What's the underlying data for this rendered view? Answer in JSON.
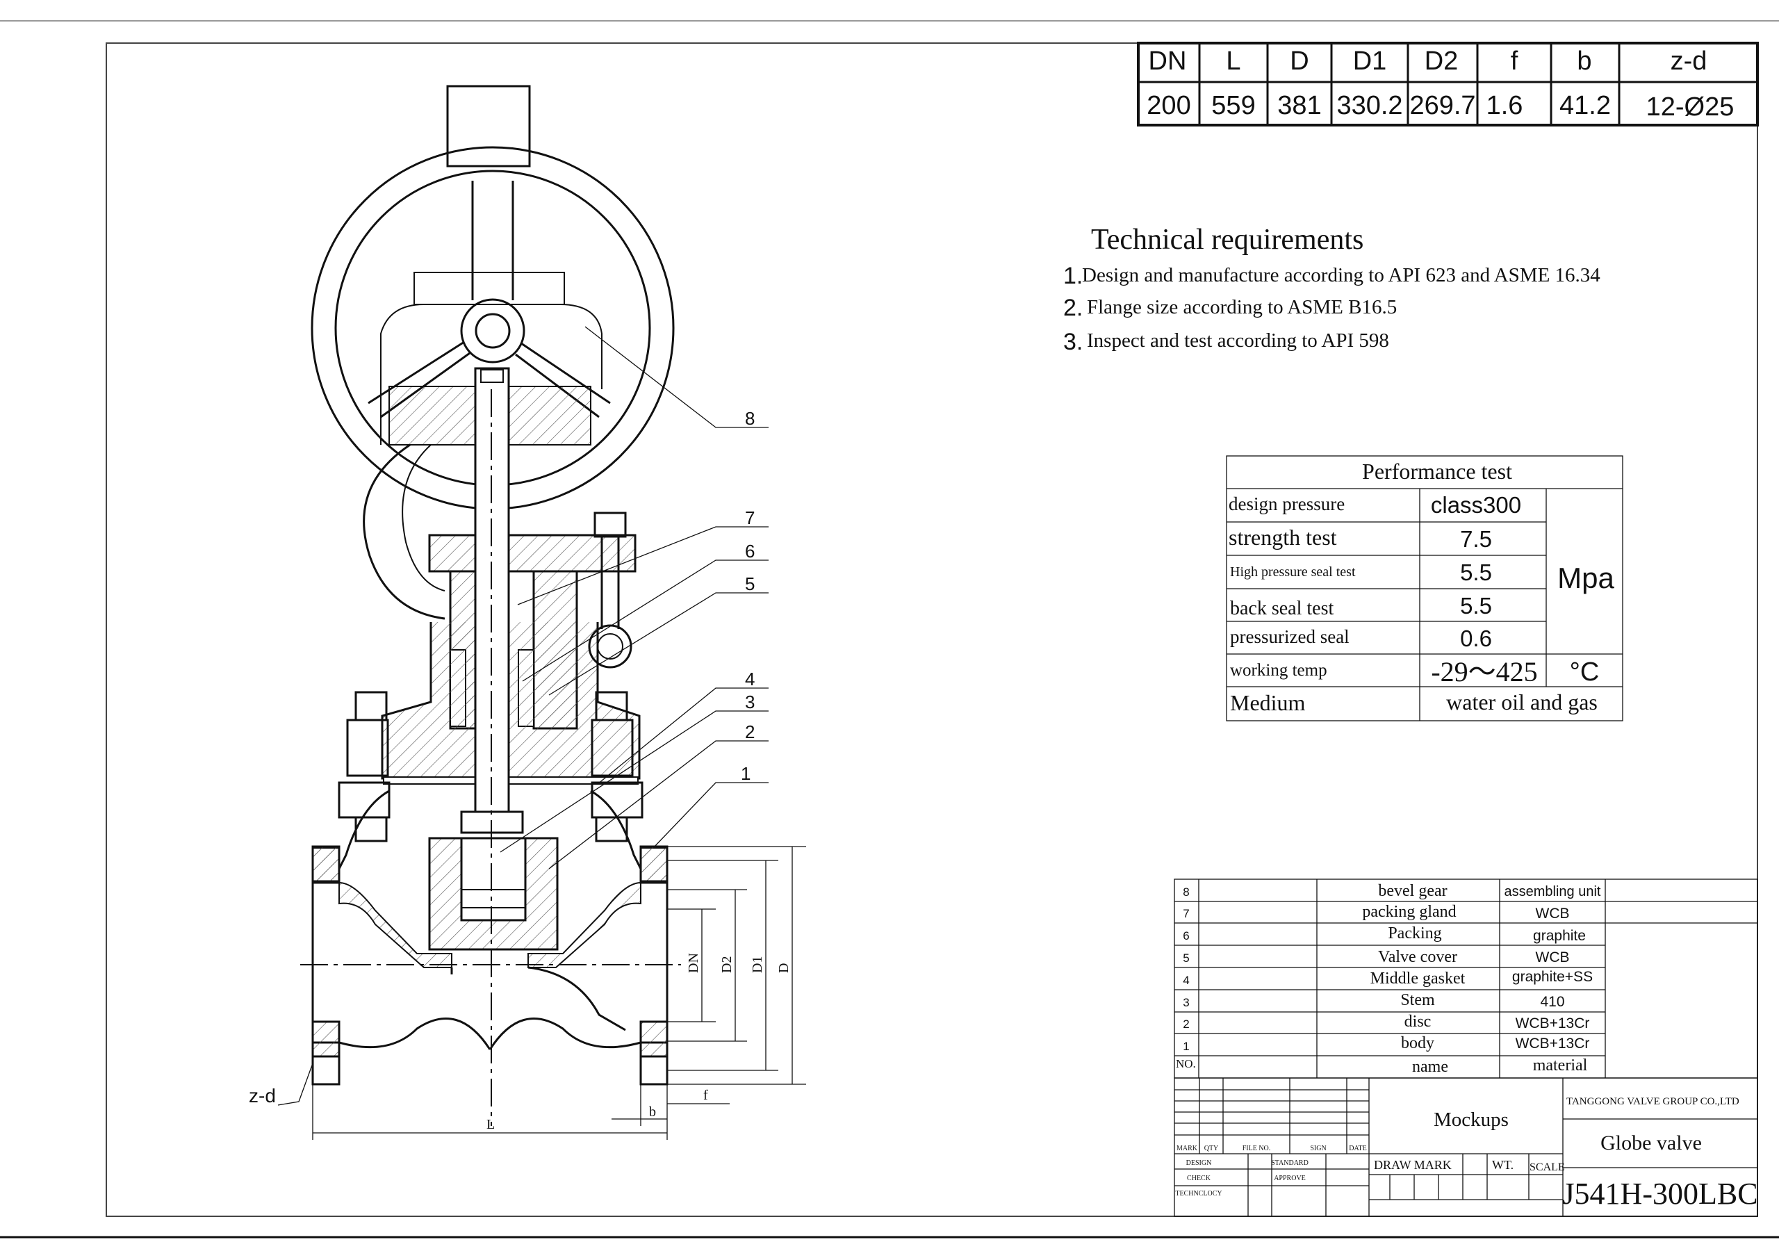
{
  "dims_table": {
    "headers": [
      "DN",
      "L",
      "D",
      "D1",
      "D2",
      "f",
      "b",
      "z-d"
    ],
    "values": [
      "200",
      "559",
      "381",
      "330.2",
      "269.7",
      "1.6",
      "41.2",
      "12-Ø25"
    ]
  },
  "tech": {
    "title": "Technical requirements",
    "items": [
      {
        "num": "1.",
        "text": "Design and manufacture according to API 623 and ASME 16.34"
      },
      {
        "num": "2.",
        "text": "Flange size according to ASME B16.5"
      },
      {
        "num": "3.",
        "text": " Inspect and test according to API 598"
      }
    ]
  },
  "perf": {
    "title": "Performance test",
    "rows": [
      {
        "label": "design pressure",
        "value": "class300"
      },
      {
        "label": "strength test",
        "value": "7.5"
      },
      {
        "label": "High pressure seal test",
        "value": "5.5"
      },
      {
        "label": "back seal test",
        "value": "5.5"
      },
      {
        "label": "pressurized seal",
        "value": "0.6"
      },
      {
        "label": "working temp",
        "value": "-29～425"
      },
      {
        "label": "Medium",
        "value": "water oil and gas"
      }
    ],
    "unit_pressure": "Mpa",
    "unit_temp": "°C"
  },
  "callouts": [
    "1",
    "2",
    "3",
    "4",
    "5",
    "6",
    "7",
    "8"
  ],
  "dim_labels": {
    "dn": "DN",
    "d2": "D2",
    "d1": "D1",
    "d": "D",
    "l": "L",
    "b": "b",
    "f": "f",
    "zd": "z-d"
  },
  "bom": {
    "items": [
      {
        "no": "8",
        "name": "bevel gear",
        "material": "assembling unit"
      },
      {
        "no": "7",
        "name": "packing gland",
        "material": "WCB"
      },
      {
        "no": "6",
        "name": "Packing",
        "material": "graphite"
      },
      {
        "no": "5",
        "name": "Valve cover",
        "material": "WCB"
      },
      {
        "no": "4",
        "name": "Middle gasket",
        "material": "graphite+SS"
      },
      {
        "no": "3",
        "name": "Stem",
        "material": "410"
      },
      {
        "no": "2",
        "name": "disc",
        "material": "WCB+13Cr"
      },
      {
        "no": "1",
        "name": "body",
        "material": "WCB+13Cr"
      }
    ],
    "header": {
      "no": "NO.",
      "name": "name",
      "material": "material"
    }
  },
  "title_block": {
    "mockups": "Mockups",
    "company": "TANGGONG VALVE GROUP CO.,LTD",
    "product": "Globe valve",
    "model": "J541H-300LBC",
    "draw_mark": "DRAW MARK",
    "wt": "WT.",
    "scale": "SCALE",
    "rev_headers": [
      "MARK",
      "QTY",
      "FILE NO.",
      "SIGN",
      "DATE"
    ],
    "roles": [
      "DESIGN",
      "CHECK",
      "TECHNCLOCY"
    ],
    "roles2": [
      "STANDARD",
      "APPROVE"
    ]
  }
}
